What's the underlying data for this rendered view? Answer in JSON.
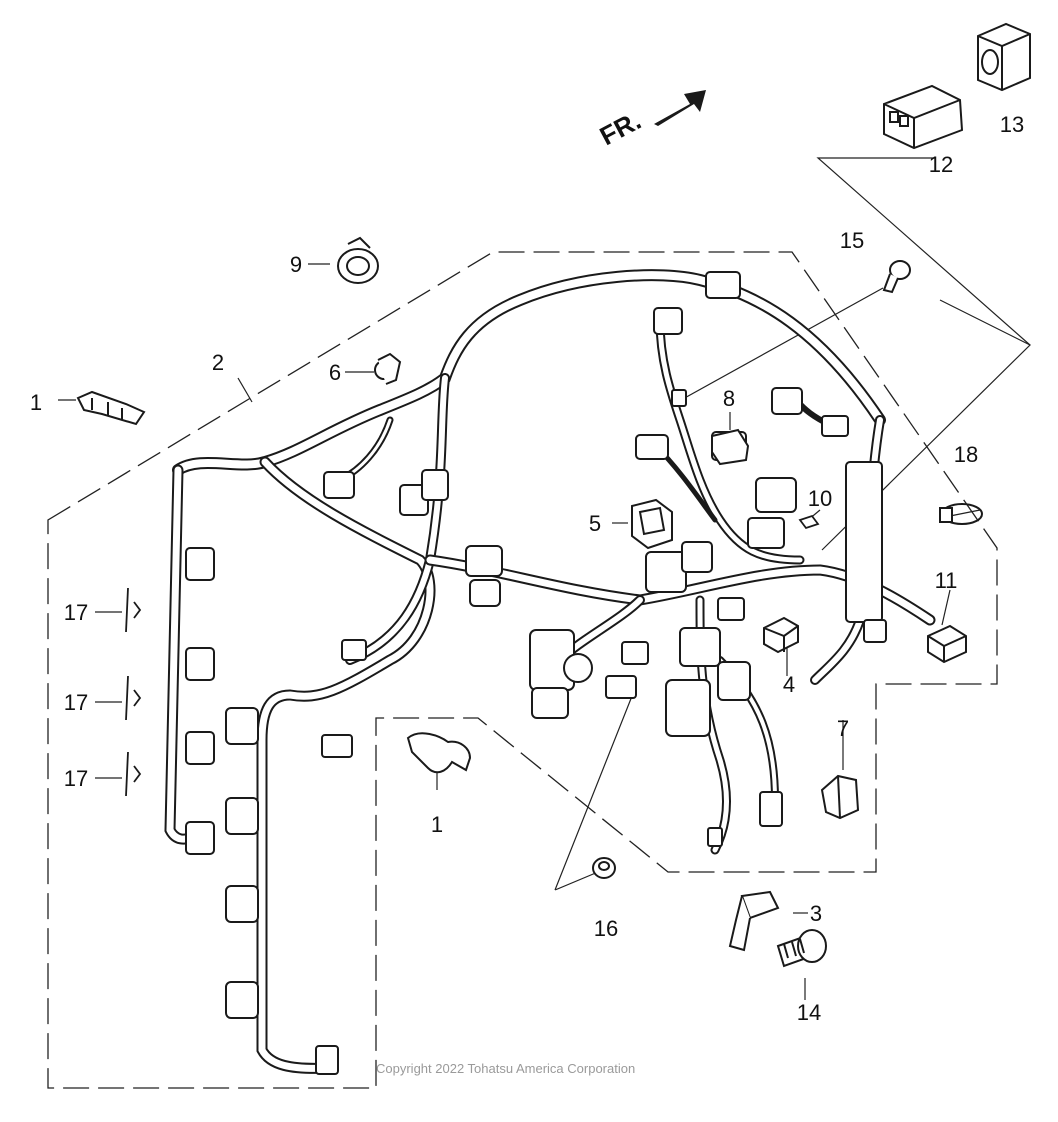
{
  "diagram": {
    "direction_label": "FR.",
    "copyright": "Copyright 2022 Tohatsu America Corporation",
    "callouts": [
      "1",
      "1",
      "2",
      "3",
      "4",
      "5",
      "6",
      "7",
      "8",
      "9",
      "10",
      "11",
      "12",
      "13",
      "14",
      "15",
      "16",
      "17",
      "17",
      "17",
      "18"
    ]
  }
}
